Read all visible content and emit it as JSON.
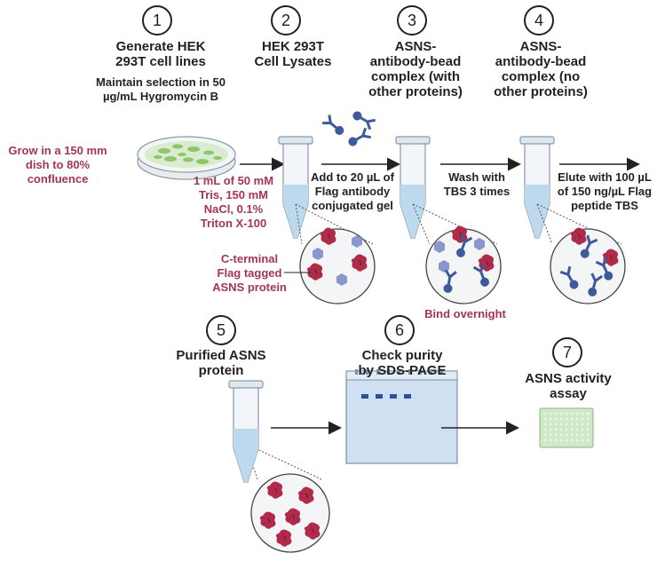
{
  "steps": [
    {
      "num": "1",
      "title": "Generate HEK 293T cell lines",
      "note": "Maintain selection in 50 µg/mL Hygromycin B"
    },
    {
      "num": "2",
      "title": "HEK 293T Cell Lysates"
    },
    {
      "num": "3",
      "title": "ASNS-antibody-bead complex (with other proteins)"
    },
    {
      "num": "4",
      "title": "ASNS-antibody-bead complex (no other proteins)"
    },
    {
      "num": "5",
      "title": "Purified ASNS protein"
    },
    {
      "num": "6",
      "title": "Check purity by SDS-PAGE"
    },
    {
      "num": "7",
      "title": "ASNS activity assay"
    }
  ],
  "labels": {
    "grow": "Grow in a 150 mm dish to 80% confluence",
    "lysis_buffer": "1 mL of 50 mM Tris, 150 mM NaCl, 0.1% Triton X-100",
    "add_gel": "Add to 20 µL of Flag antibody conjugated gel",
    "wash": "Wash with TBS 3 times",
    "elute": "Elute with 100 µL of 150 ng/µL Flag peptide TBS",
    "flag_protein": "C-terminal Flag tagged ASNS protein",
    "bind": "Bind overnight"
  },
  "colors": {
    "accent_red": "#a53555",
    "protein": "#b02a4a",
    "other_protein": "#8a96cf",
    "antibody": "#3d5a9a",
    "tube_liquid": "#bcd9ee",
    "dish_cells": "#8cc56a",
    "gel": "#cfe0f3",
    "plate": "#cfe8c6"
  }
}
